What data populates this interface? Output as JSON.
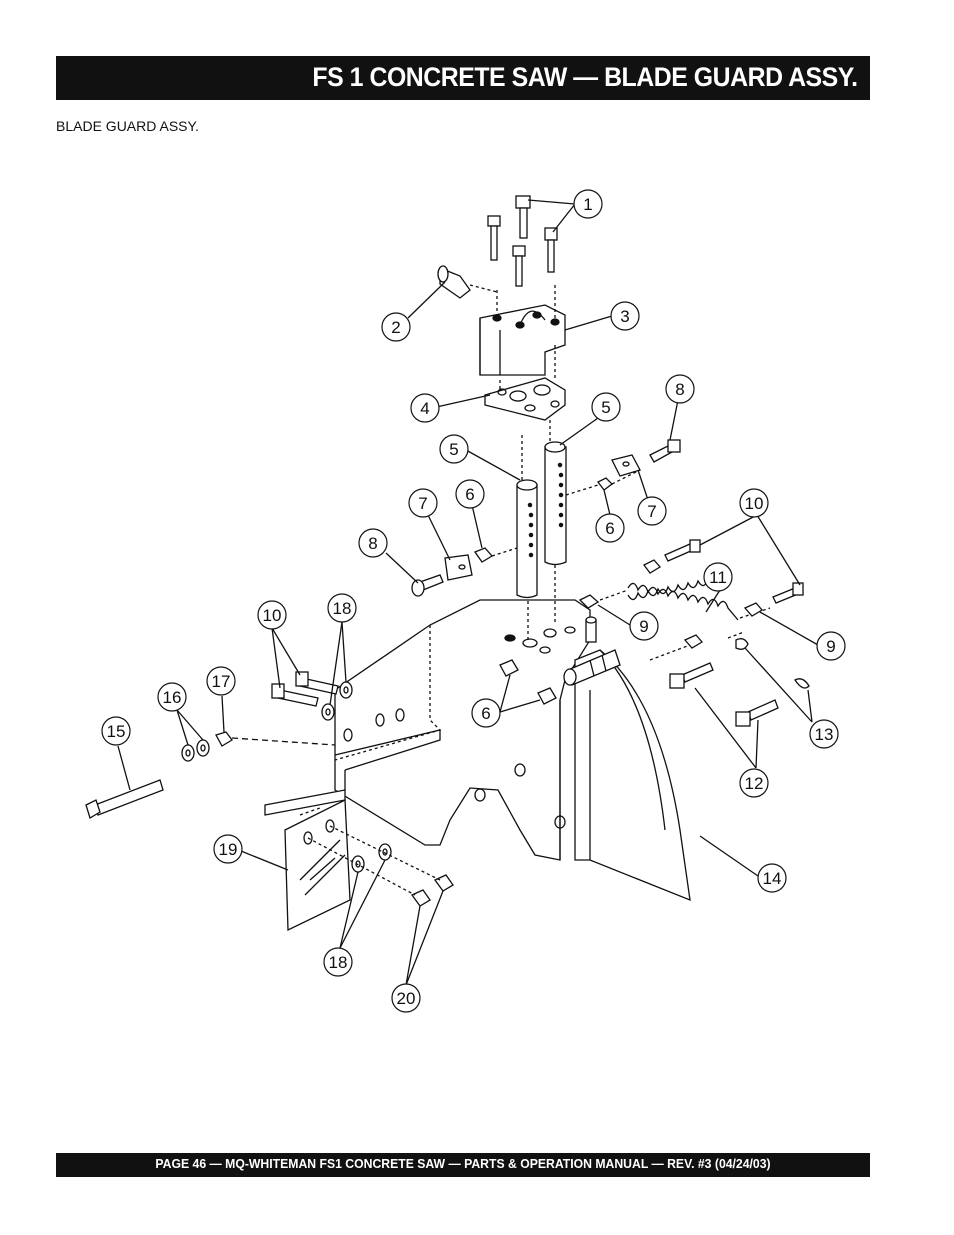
{
  "header": {
    "title": "FS 1 CONCRETE SAW —  BLADE GUARD ASSY."
  },
  "section_label": "BLADE GUARD ASSY.",
  "footer": {
    "text": "PAGE 46 — MQ-WHITEMAN FS1 CONCRETE SAW — PARTS & OPERATION MANUAL — REV. #3 (04/24/03)"
  },
  "callouts": [
    "1",
    "2",
    "3",
    "4",
    "5",
    "5",
    "8",
    "6",
    "7",
    "6",
    "7",
    "8",
    "10",
    "11",
    "10",
    "18",
    "9",
    "9",
    "17",
    "16",
    "15",
    "6",
    "13",
    "12",
    "19",
    "14",
    "18",
    "20"
  ]
}
